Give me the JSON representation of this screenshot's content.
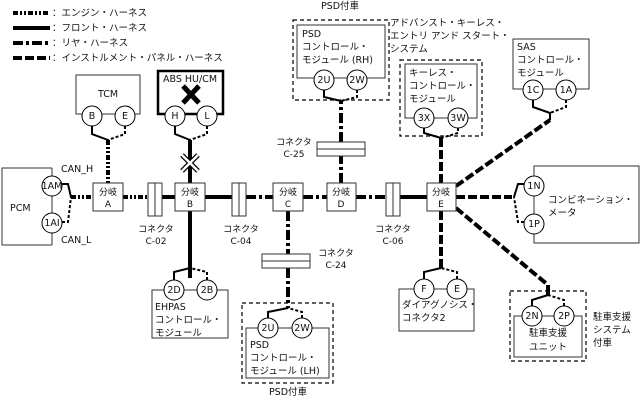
{
  "legend": [
    {
      "type": "engine",
      "label": "：エンジン・ハーネス"
    },
    {
      "type": "front",
      "label": "：フロント・ハーネス"
    },
    {
      "type": "rear",
      "label": "：リヤ・ハーネス"
    },
    {
      "type": "instrument",
      "label": "：インストルメント・パネル・ハーネス"
    }
  ],
  "modules": {
    "pcm": {
      "name": "PCM",
      "pins": [
        "1AM",
        "1AI"
      ],
      "can_h": "CAN_H",
      "can_l": "CAN_L"
    },
    "tcm": {
      "name": "TCM",
      "pins": [
        "B",
        "E"
      ]
    },
    "abs": {
      "name": "ABS HU/CM",
      "pins": [
        "H",
        "L"
      ]
    },
    "psd_rh": {
      "line1": "PSD",
      "line2": "コントロール・",
      "line3": "モジュール (RH)",
      "pins": [
        "2U",
        "2W"
      ],
      "option": "PSD付車"
    },
    "aks": {
      "title1": "アドバンスト・キーレス・",
      "title2": "エントリ アンド スタート・",
      "title3": "システム",
      "line1": "キーレス・",
      "line2": "コントロール・",
      "line3": "モジュール",
      "pins": [
        "3X",
        "3W"
      ]
    },
    "sas": {
      "line1": "SAS",
      "line2": "コントロール・",
      "line3": "モジュール",
      "pins": [
        "1C",
        "1A"
      ]
    },
    "meter": {
      "line1": "コンビネーション・",
      "line2": "メータ",
      "pins": [
        "1N",
        "1P"
      ]
    },
    "ehpas": {
      "line1": "EHPAS",
      "line2": "コントロール・",
      "line3": "モジュール",
      "pins": [
        "2D",
        "2B"
      ]
    },
    "psd_lh": {
      "line1": "PSD",
      "line2": "コントロール・",
      "line3": "モジュール (LH)",
      "pins": [
        "2U",
        "2W"
      ],
      "option": "PSD付車"
    },
    "dlc": {
      "line1": "ダイアグノシス・",
      "line2": "コネクタ2",
      "pins": [
        "F",
        "E"
      ]
    },
    "parking": {
      "line1": "駐車支援",
      "line2": "ユニット",
      "pins": [
        "2N",
        "2P"
      ],
      "option1": "駐車支援",
      "option2": "システム",
      "option3": "付車"
    }
  },
  "branches": [
    {
      "label": "分岐",
      "id": "A"
    },
    {
      "label": "分岐",
      "id": "B"
    },
    {
      "label": "分岐",
      "id": "C"
    },
    {
      "label": "分岐",
      "id": "D"
    },
    {
      "label": "分岐",
      "id": "E"
    }
  ],
  "connectors": [
    {
      "label": "コネクタ",
      "id": "C-02"
    },
    {
      "label": "コネクタ",
      "id": "C-04"
    },
    {
      "label": "コネクタ",
      "id": "C-25"
    },
    {
      "label": "コネクタ",
      "id": "C-06"
    },
    {
      "label": "コネクタ",
      "id": "C-24"
    }
  ]
}
